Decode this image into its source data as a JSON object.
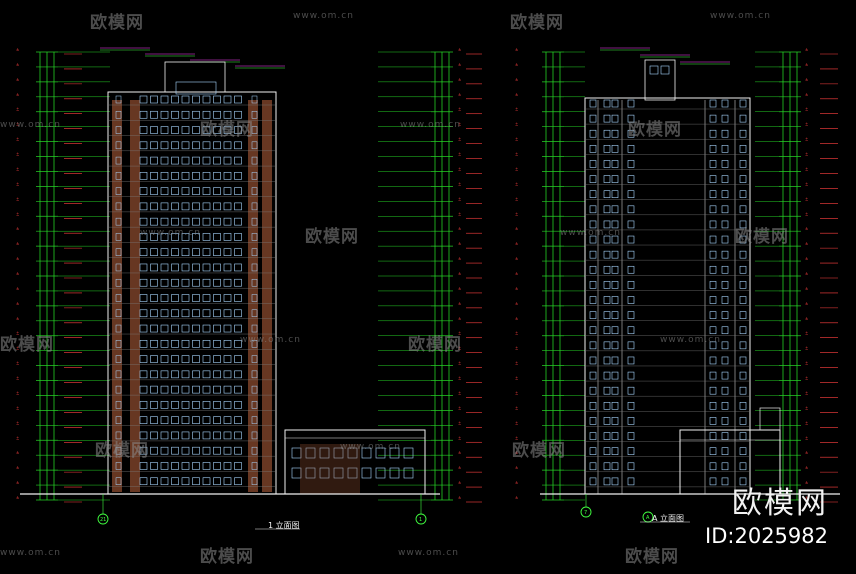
{
  "drawing": {
    "type": "cad-elevation",
    "background": "#000000",
    "colors": {
      "dimension": "#25d025",
      "outline": "#f0f0f0",
      "window": "#a9d7ff",
      "wall": "#8a4a2e",
      "label_red": "#ff4040",
      "label_green": "#40ff40",
      "label_magenta": "#ff40ff"
    },
    "left_view": {
      "title": "立面图",
      "axis_left": "21",
      "axis_right": "1"
    },
    "right_view": {
      "title": "立面图",
      "axis_left": "7",
      "axis_right": "A"
    }
  },
  "watermark": {
    "brand": "欧模网",
    "url": "www.om.cn",
    "id_label": "ID:2025982"
  }
}
